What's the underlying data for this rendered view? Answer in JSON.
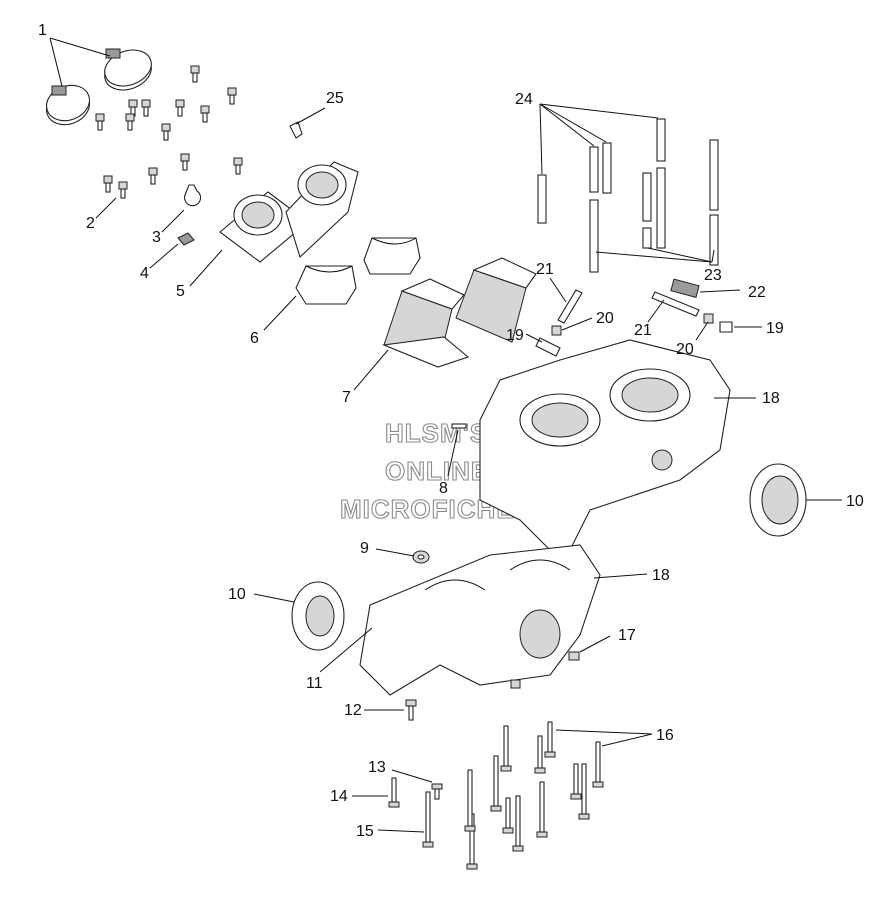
{
  "watermark": {
    "line1": "HLSM'S",
    "line2": "ONLINE",
    "line3": "MICROFICHE"
  },
  "callouts": {
    "c1": "1",
    "c2": "2",
    "c3": "3",
    "c4": "4",
    "c5": "5",
    "c6": "6",
    "c7": "7",
    "c8": "8",
    "c9": "9",
    "c10a": "10",
    "c10b": "10",
    "c11": "11",
    "c12": "12",
    "c13": "13",
    "c14": "14",
    "c15": "15",
    "c16": "16",
    "c17": "17",
    "c18a": "18",
    "c18b": "18",
    "c19a": "19",
    "c19b": "19",
    "c20a": "20",
    "c20b": "20",
    "c21a": "21",
    "c21b": "21",
    "c22": "22",
    "c23": "23",
    "c24": "24",
    "c25": "25"
  }
}
